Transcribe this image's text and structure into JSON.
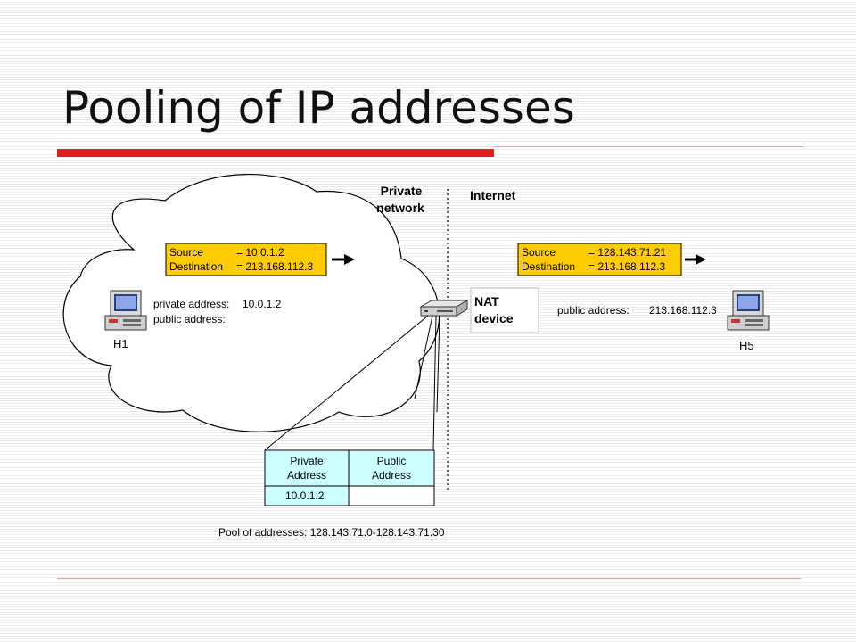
{
  "title": "Pooling of IP addresses",
  "labels": {
    "private_network": [
      "Private",
      "network"
    ],
    "internet": "Internet",
    "nat_device": [
      "NAT",
      "device"
    ],
    "h1": "H1",
    "h5": "H5",
    "private_address_label": "private address:",
    "private_address_value": "10.0.1.2",
    "public_address_label": "public address:",
    "h5_public_address_label": "public address:",
    "h5_public_address_value": "213.168.112.3",
    "pool": "Pool of addresses: 128.143.71.0-128.143.71.30"
  },
  "packet_private": {
    "source_label": "Source",
    "source_value": "= 10.0.1.2",
    "dest_label": "Destination",
    "dest_value": "= 213.168.112.3"
  },
  "packet_public": {
    "source_label": "Source",
    "source_value": "= 128.143.71.21",
    "dest_label": "Destination",
    "dest_value": "= 213.168.112.3"
  },
  "nat_table": {
    "headers": [
      [
        "Private",
        "Address"
      ],
      [
        "Public",
        "Address"
      ]
    ],
    "rows": [
      [
        "10.0.1.2",
        ""
      ]
    ]
  },
  "colors": {
    "packet_fill": "#ffcc00",
    "table_fill": "#ccffff",
    "accent_red": "#e02020"
  }
}
